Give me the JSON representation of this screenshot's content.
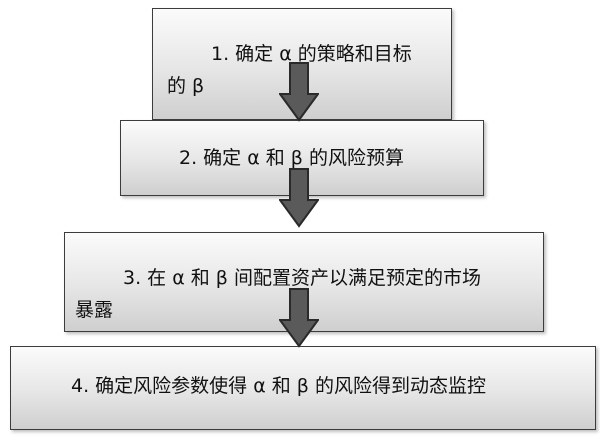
{
  "steps": [
    {
      "lines": [
        "1. 确定 α 的策略和目标",
        "的 β"
      ]
    },
    {
      "lines": [
        "2. 确定 α 和 β 的风险预算"
      ]
    },
    {
      "lines": [
        "3. 在 α 和 β 间配置资产以满足预定的市场",
        "暴露"
      ]
    },
    {
      "lines": [
        "4. 确定风险参数使得 α 和 β 的风险得到动态监控"
      ]
    }
  ],
  "colors": {
    "box_border": "#3c3c3c",
    "arrow_fill": "#5a5a5a",
    "arrow_border": "#2a2a2a"
  }
}
